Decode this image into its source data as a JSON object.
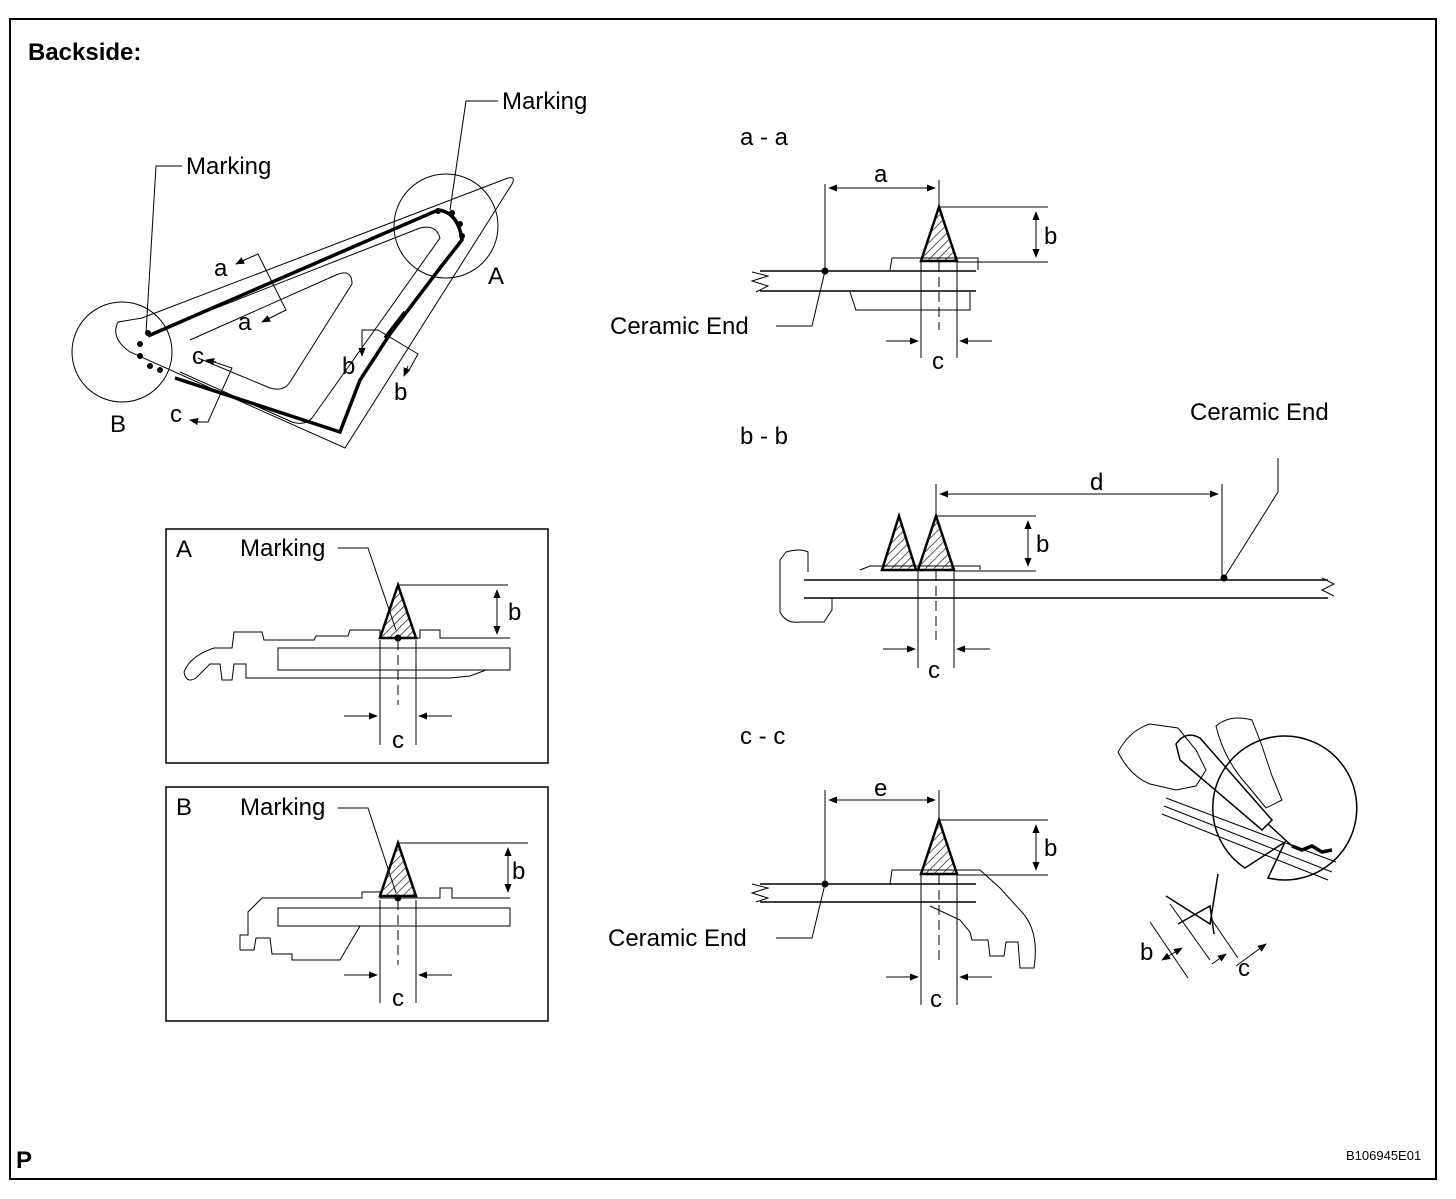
{
  "title": "Backside:",
  "overview": {
    "marking_top": "Marking",
    "marking_left": "Marking",
    "detail_a": "A",
    "detail_b": "B",
    "section_a": "a",
    "section_b": "b",
    "section_c": "c"
  },
  "detail_box_a": {
    "letter": "A",
    "marking": "Marking",
    "dim_b": "b",
    "dim_c": "c"
  },
  "detail_box_b": {
    "letter": "B",
    "marking": "Marking",
    "dim_b": "b",
    "dim_c": "c"
  },
  "section_aa": {
    "heading": "a - a",
    "dim_a": "a",
    "dim_b": "b",
    "dim_c": "c",
    "ceramic_end": "Ceramic End"
  },
  "section_bb": {
    "heading": "b - b",
    "dim_d": "d",
    "dim_b": "b",
    "dim_c": "c",
    "ceramic_end": "Ceramic End"
  },
  "section_cc": {
    "heading": "c - c",
    "dim_e": "e",
    "dim_b": "b",
    "dim_c": "c",
    "ceramic_end": "Ceramic End"
  },
  "inset": {
    "dim_b": "b",
    "dim_c": "c"
  },
  "footer": {
    "left_code": "P",
    "figure_id": "B106945E01"
  }
}
